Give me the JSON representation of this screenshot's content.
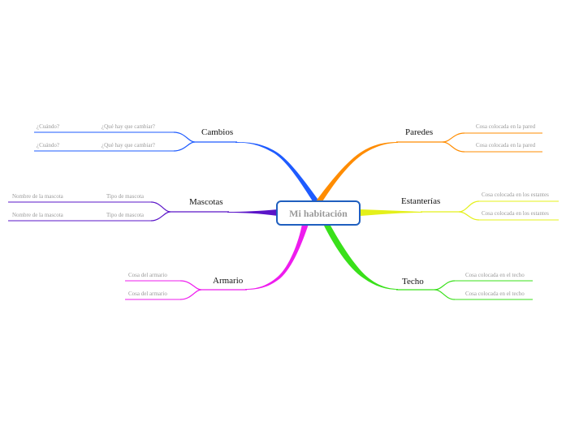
{
  "root": {
    "label": "Mi habitación",
    "border_color": "#1f5fbf"
  },
  "branches": [
    {
      "id": "cambios",
      "label": "Cambios",
      "color": "#1e5bff",
      "subs": [
        {
          "label": "¿Qué hay que cambiar?",
          "child": "¿Cuándo?"
        },
        {
          "label": "¿Qué hay que cambiar?",
          "child": "¿Cuándo?"
        }
      ]
    },
    {
      "id": "mascotas",
      "label": "Mascotas",
      "color": "#5a14c8",
      "subs": [
        {
          "label": "Tipo de mascota",
          "child": "Nombre de la mascota"
        },
        {
          "label": "Tipo de mascota",
          "child": "Nombre de la mascota"
        }
      ]
    },
    {
      "id": "armario",
      "label": "Armario",
      "color": "#ee1cee",
      "subs": [
        {
          "label": "Cosa del armario"
        },
        {
          "label": "Cosa del armario"
        }
      ]
    },
    {
      "id": "paredes",
      "label": "Paredes",
      "color": "#ff8c00",
      "subs": [
        {
          "label": "Cosa colocada en la pared"
        },
        {
          "label": "Cosa colocada en la pared"
        }
      ]
    },
    {
      "id": "estanterias",
      "label": "Estanterías",
      "color": "#e4f01a",
      "subs": [
        {
          "label": "Cosa colocada en los estantes"
        },
        {
          "label": "Cosa colocada en los estantes"
        }
      ]
    },
    {
      "id": "techo",
      "label": "Techo",
      "color": "#39e01a",
      "subs": [
        {
          "label": "Cosa colocada en el techo"
        },
        {
          "label": "Cosa colocada en el techo"
        }
      ]
    }
  ]
}
